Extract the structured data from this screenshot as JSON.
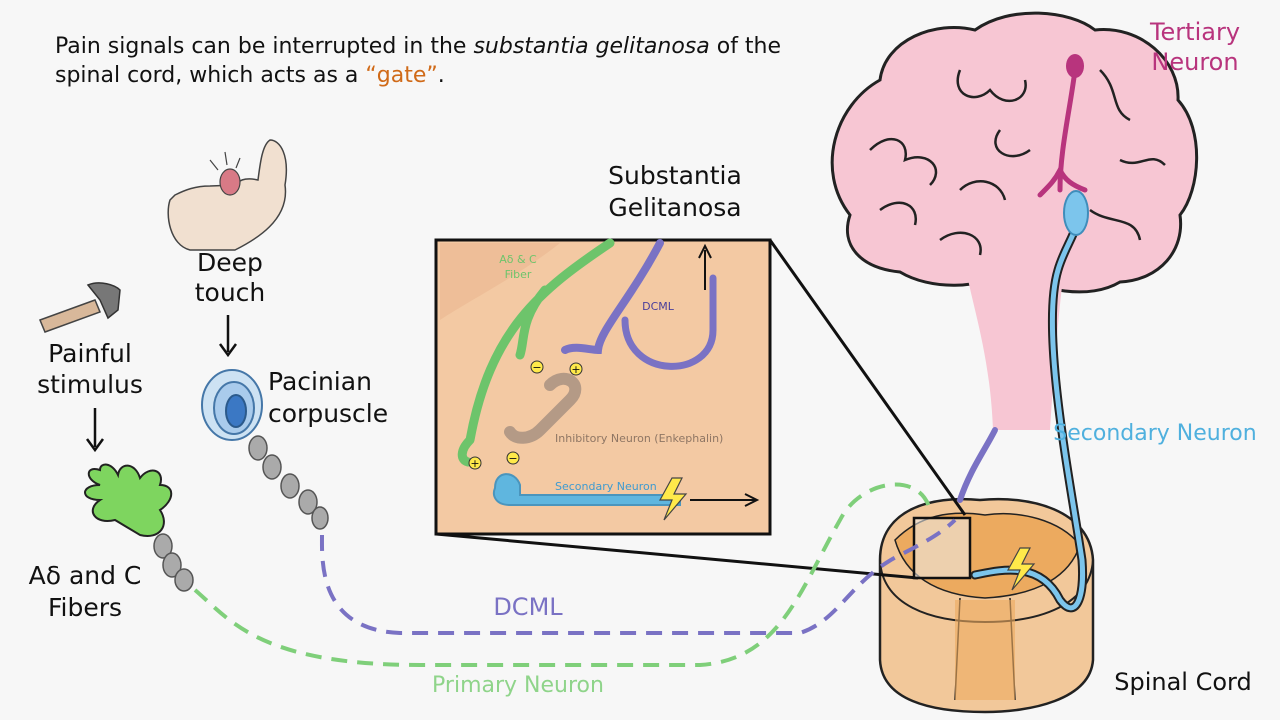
{
  "caption": {
    "part1": "Pain signals can be interrupted in the ",
    "emphasis": "substantia gelitanosa",
    "part2": " of the spinal cord, which acts as a ",
    "gate": "“gate”",
    "part3": "."
  },
  "labels": {
    "tertiary_line1": "Tertiary",
    "tertiary_line2": "Neuron",
    "substantia_line1": "Substantia",
    "substantia_line2": "Gelitanosa",
    "deep_line1": "Deep",
    "deep_line2": "touch",
    "painful_line1": "Painful",
    "painful_line2": "stimulus",
    "pacinian_line1": "Pacinian",
    "pacinian_line2": "corpuscle",
    "fibers_line1": "Aδ and C",
    "fibers_line2": "Fibers",
    "dcml": "DCML",
    "primary_neuron": "Primary Neuron",
    "secondary_neuron": "Secondary Neuron",
    "spinal_cord": "Spinal Cord"
  },
  "inset": {
    "fiber_line1": "Aδ & C",
    "fiber_line2": "Fiber",
    "dcml": "DCML",
    "inhibitory": "Inhibitory Neuron (Enkephalin)",
    "secondary": "Secondary Neuron",
    "plus": "+",
    "minus": "−"
  },
  "colors": {
    "primary_green": "#7fcf7a",
    "dcml_purple": "#7a72c4",
    "secondary_blue": "#5fb6df",
    "tertiary_magenta": "#b8347d",
    "brain_pink": "#f7c6d3",
    "cord_orange": "#f2c89a",
    "gate_orange": "#d06a18"
  }
}
